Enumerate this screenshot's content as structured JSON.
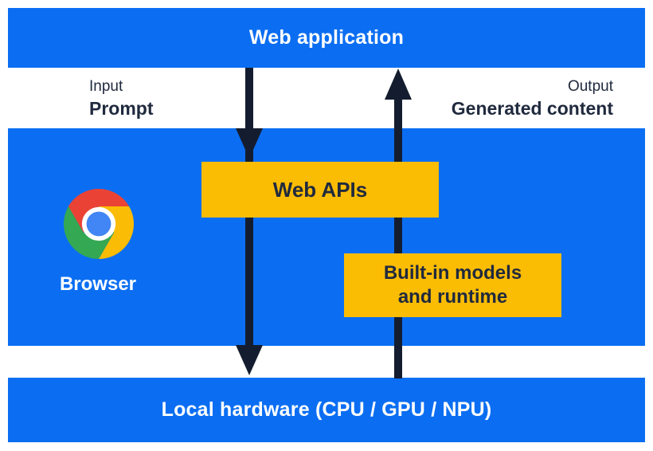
{
  "colors": {
    "band_blue": "#0B6EF2",
    "box_yellow": "#FBBC04",
    "arrow_navy": "#141D2F",
    "text_navy": "#202A3E",
    "page_white": "#FFFFFF",
    "chrome_red": "#EA4335",
    "chrome_yellow": "#FBBC05",
    "chrome_green": "#34A853",
    "chrome_blue": "#4285F4"
  },
  "diagram": {
    "top_bar": {
      "label": "Web application"
    },
    "io_labels": {
      "input_title": "Input",
      "input_value": "Prompt",
      "output_title": "Output",
      "output_value": "Generated content"
    },
    "browser": {
      "label": "Browser",
      "icon": "chrome-logo-icon"
    },
    "boxes": {
      "web_apis": {
        "label": "Web APIs"
      },
      "builtin": {
        "line1": "Built-in models",
        "line2": "and runtime"
      }
    },
    "arrows": {
      "down": "input-flow-arrow",
      "up": "output-flow-arrow"
    },
    "bottom_bar": {
      "label": "Local hardware (CPU / GPU / NPU)"
    }
  }
}
